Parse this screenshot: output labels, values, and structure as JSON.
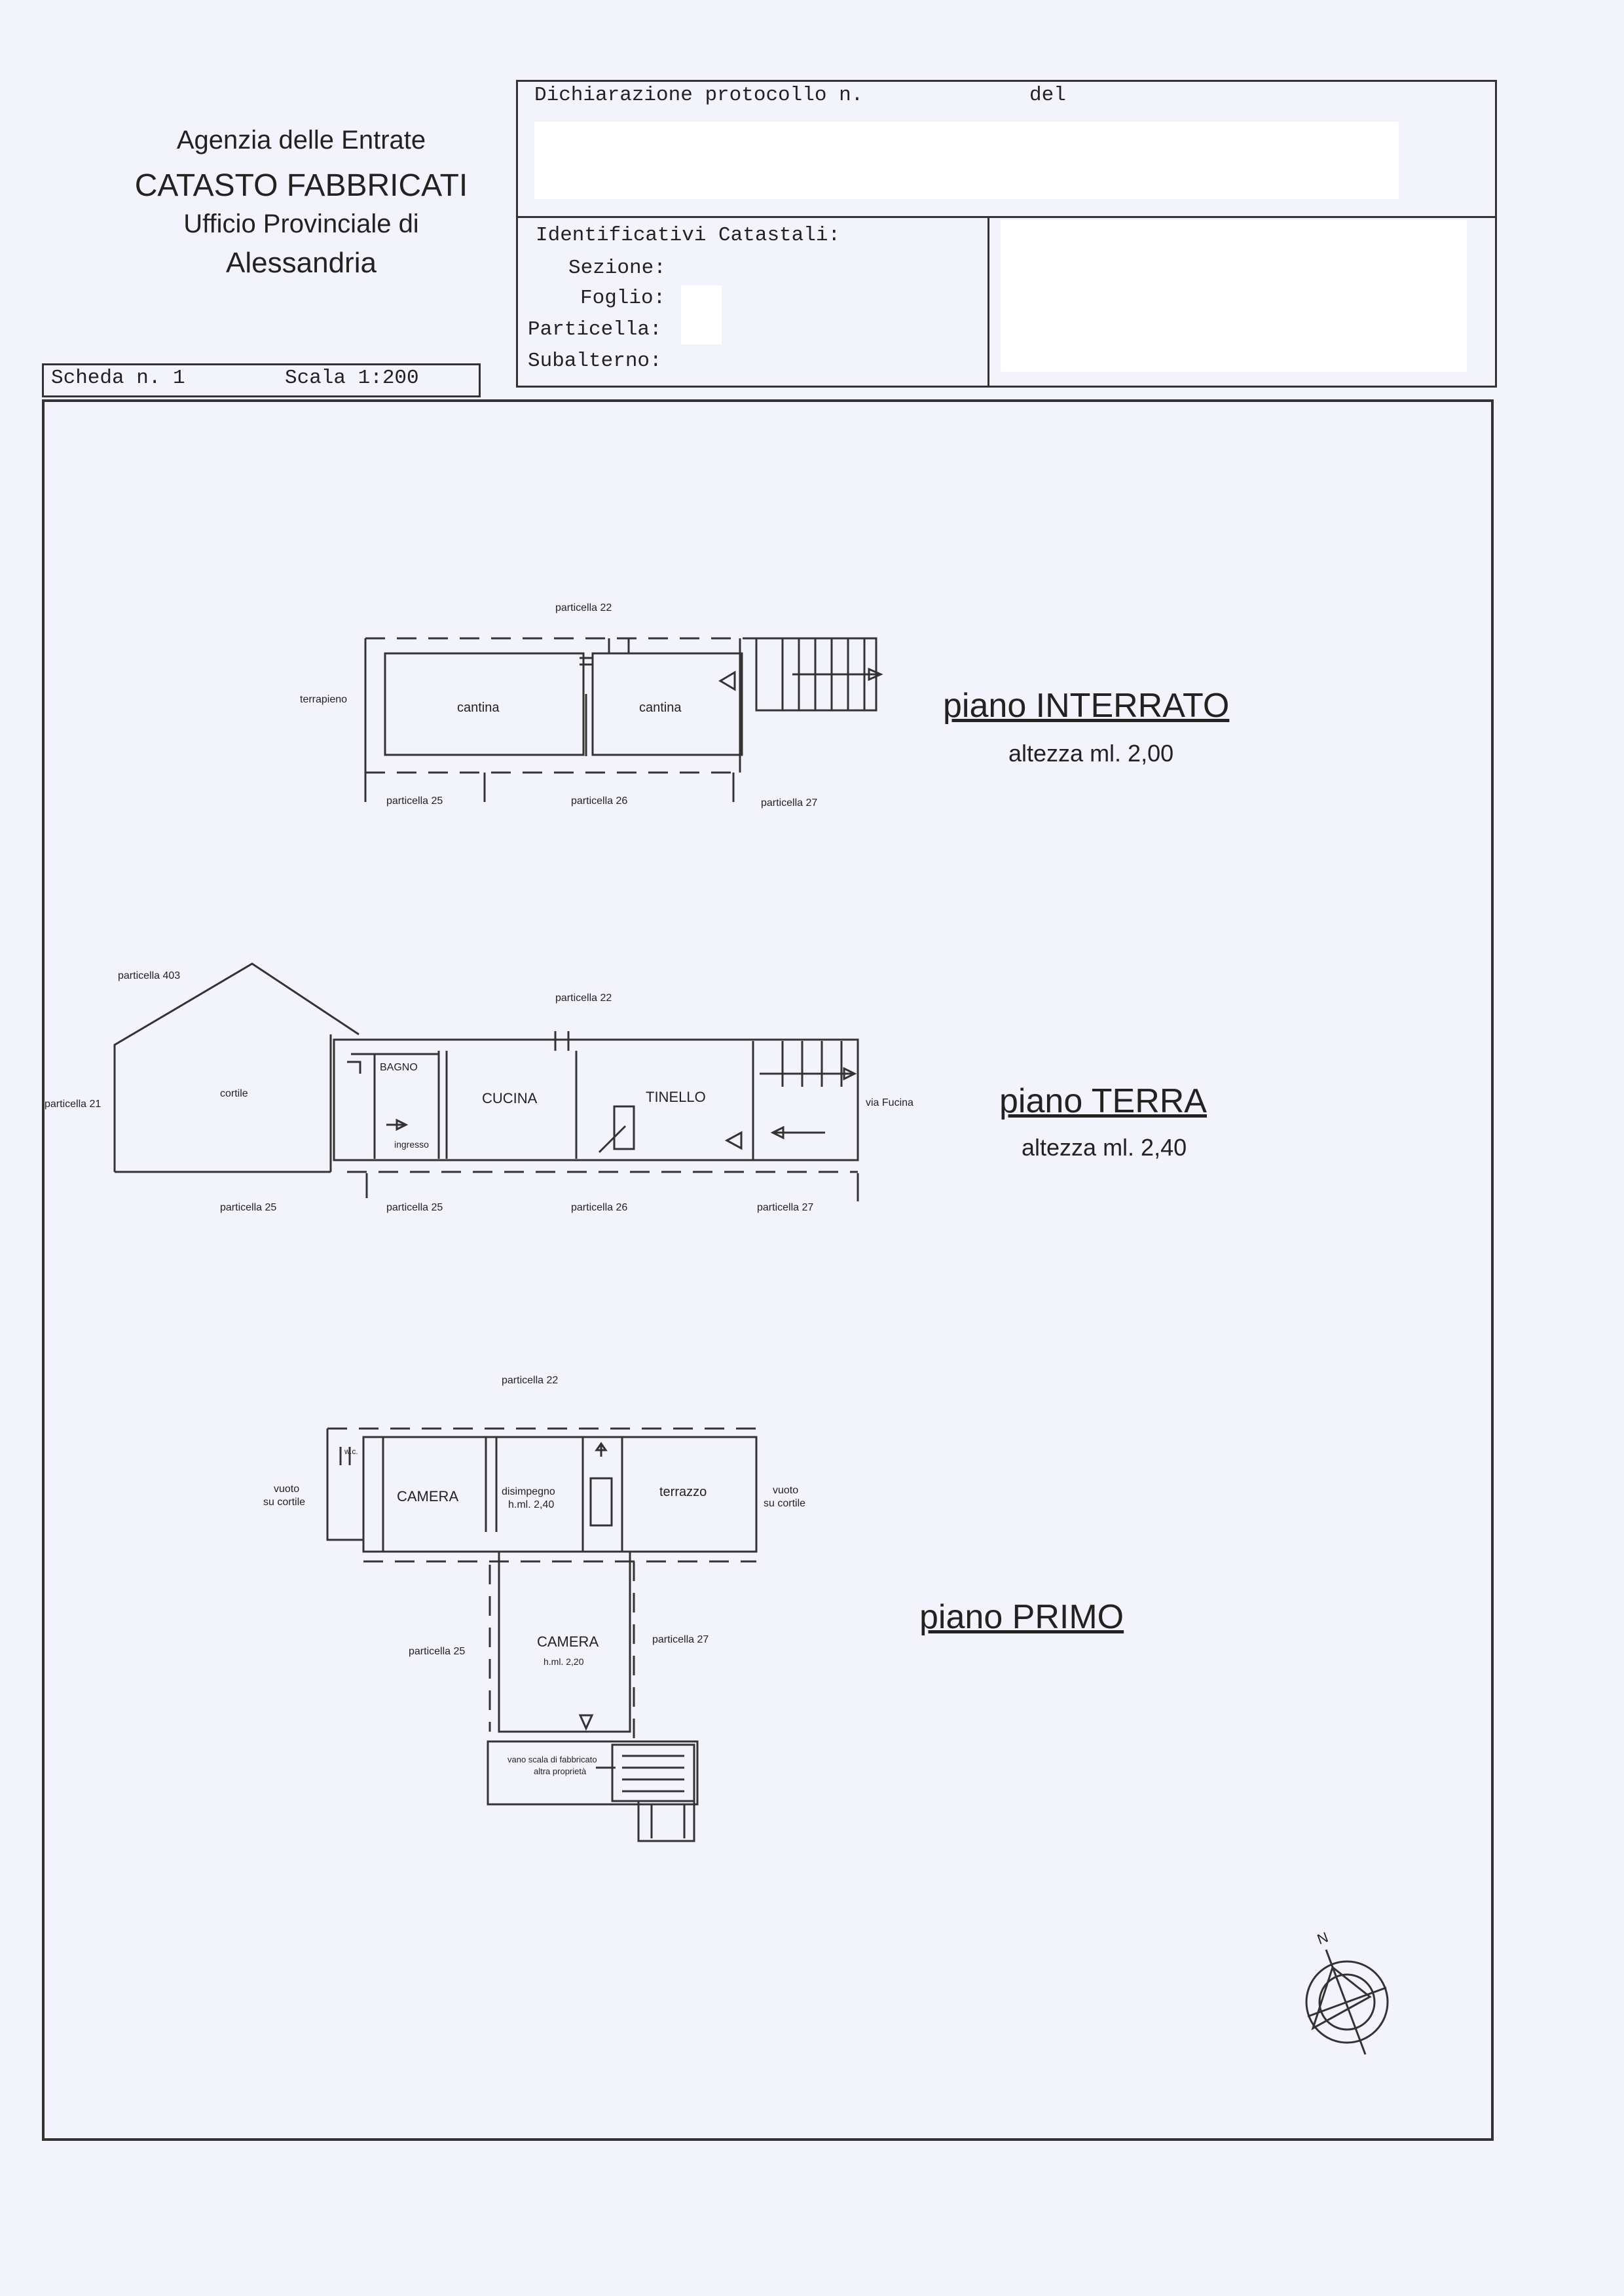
{
  "header": {
    "agency_line1": "Agenzia delle Entrate",
    "agency_line2": "CATASTO FABBRICATI",
    "agency_line3": "Ufficio Provinciale di",
    "agency_line4": "Alessandria"
  },
  "declaration": {
    "protocol_label": "Dichiarazione protocollo n.",
    "date_label": "del"
  },
  "identifiers": {
    "title": "Identificativi Catastali:",
    "sezione_label": "Sezione:",
    "foglio_label": "Foglio:",
    "particella_label": "Particella:",
    "subalterno_label": "Subalterno:"
  },
  "scheda": {
    "number_label": "Scheda n. 1",
    "scale_label": "Scala 1:200"
  },
  "floors": {
    "interrato": {
      "title": "piano INTERRATO",
      "height": "altezza ml. 2,00",
      "labels": {
        "top": "particella 22",
        "left": "terrapieno",
        "room1": "cantina",
        "room2": "cantina",
        "bottom1": "particella 25",
        "bottom2": "particella 26",
        "bottom3": "particella 27"
      }
    },
    "terra": {
      "title": "piano TERRA",
      "height": "altezza ml. 2,40",
      "labels": {
        "p403": "particella 403",
        "p21": "particella 21",
        "top": "particella 22",
        "cortile": "cortile",
        "bagno": "BAGNO",
        "ingresso": "ingresso",
        "cucina": "CUCINA",
        "tinello": "TINELLO",
        "via": "via Fucina",
        "bottom0": "particella 25",
        "bottom1": "particella 25",
        "bottom2": "particella 26",
        "bottom3": "particella 27"
      }
    },
    "primo": {
      "title": "piano PRIMO",
      "labels": {
        "top": "particella 22",
        "wc": "w.c.",
        "vuoto_left1": "vuoto",
        "vuoto_left2": "su cortile",
        "camera1": "CAMERA",
        "disimpegno1": "disimpegno",
        "disimpegno2": "h.ml. 2,40",
        "terrazzo": "terrazzo",
        "vuoto_right1": "vuoto",
        "vuoto_right2": "su cortile",
        "p25": "particella 25",
        "camera2": "CAMERA",
        "camera2_h": "h.ml. 2,20",
        "p27": "particella 27",
        "vano1": "vano scala di fabbricato",
        "vano2": "altra proprietà"
      }
    }
  },
  "compass": {
    "north_label": "N"
  }
}
